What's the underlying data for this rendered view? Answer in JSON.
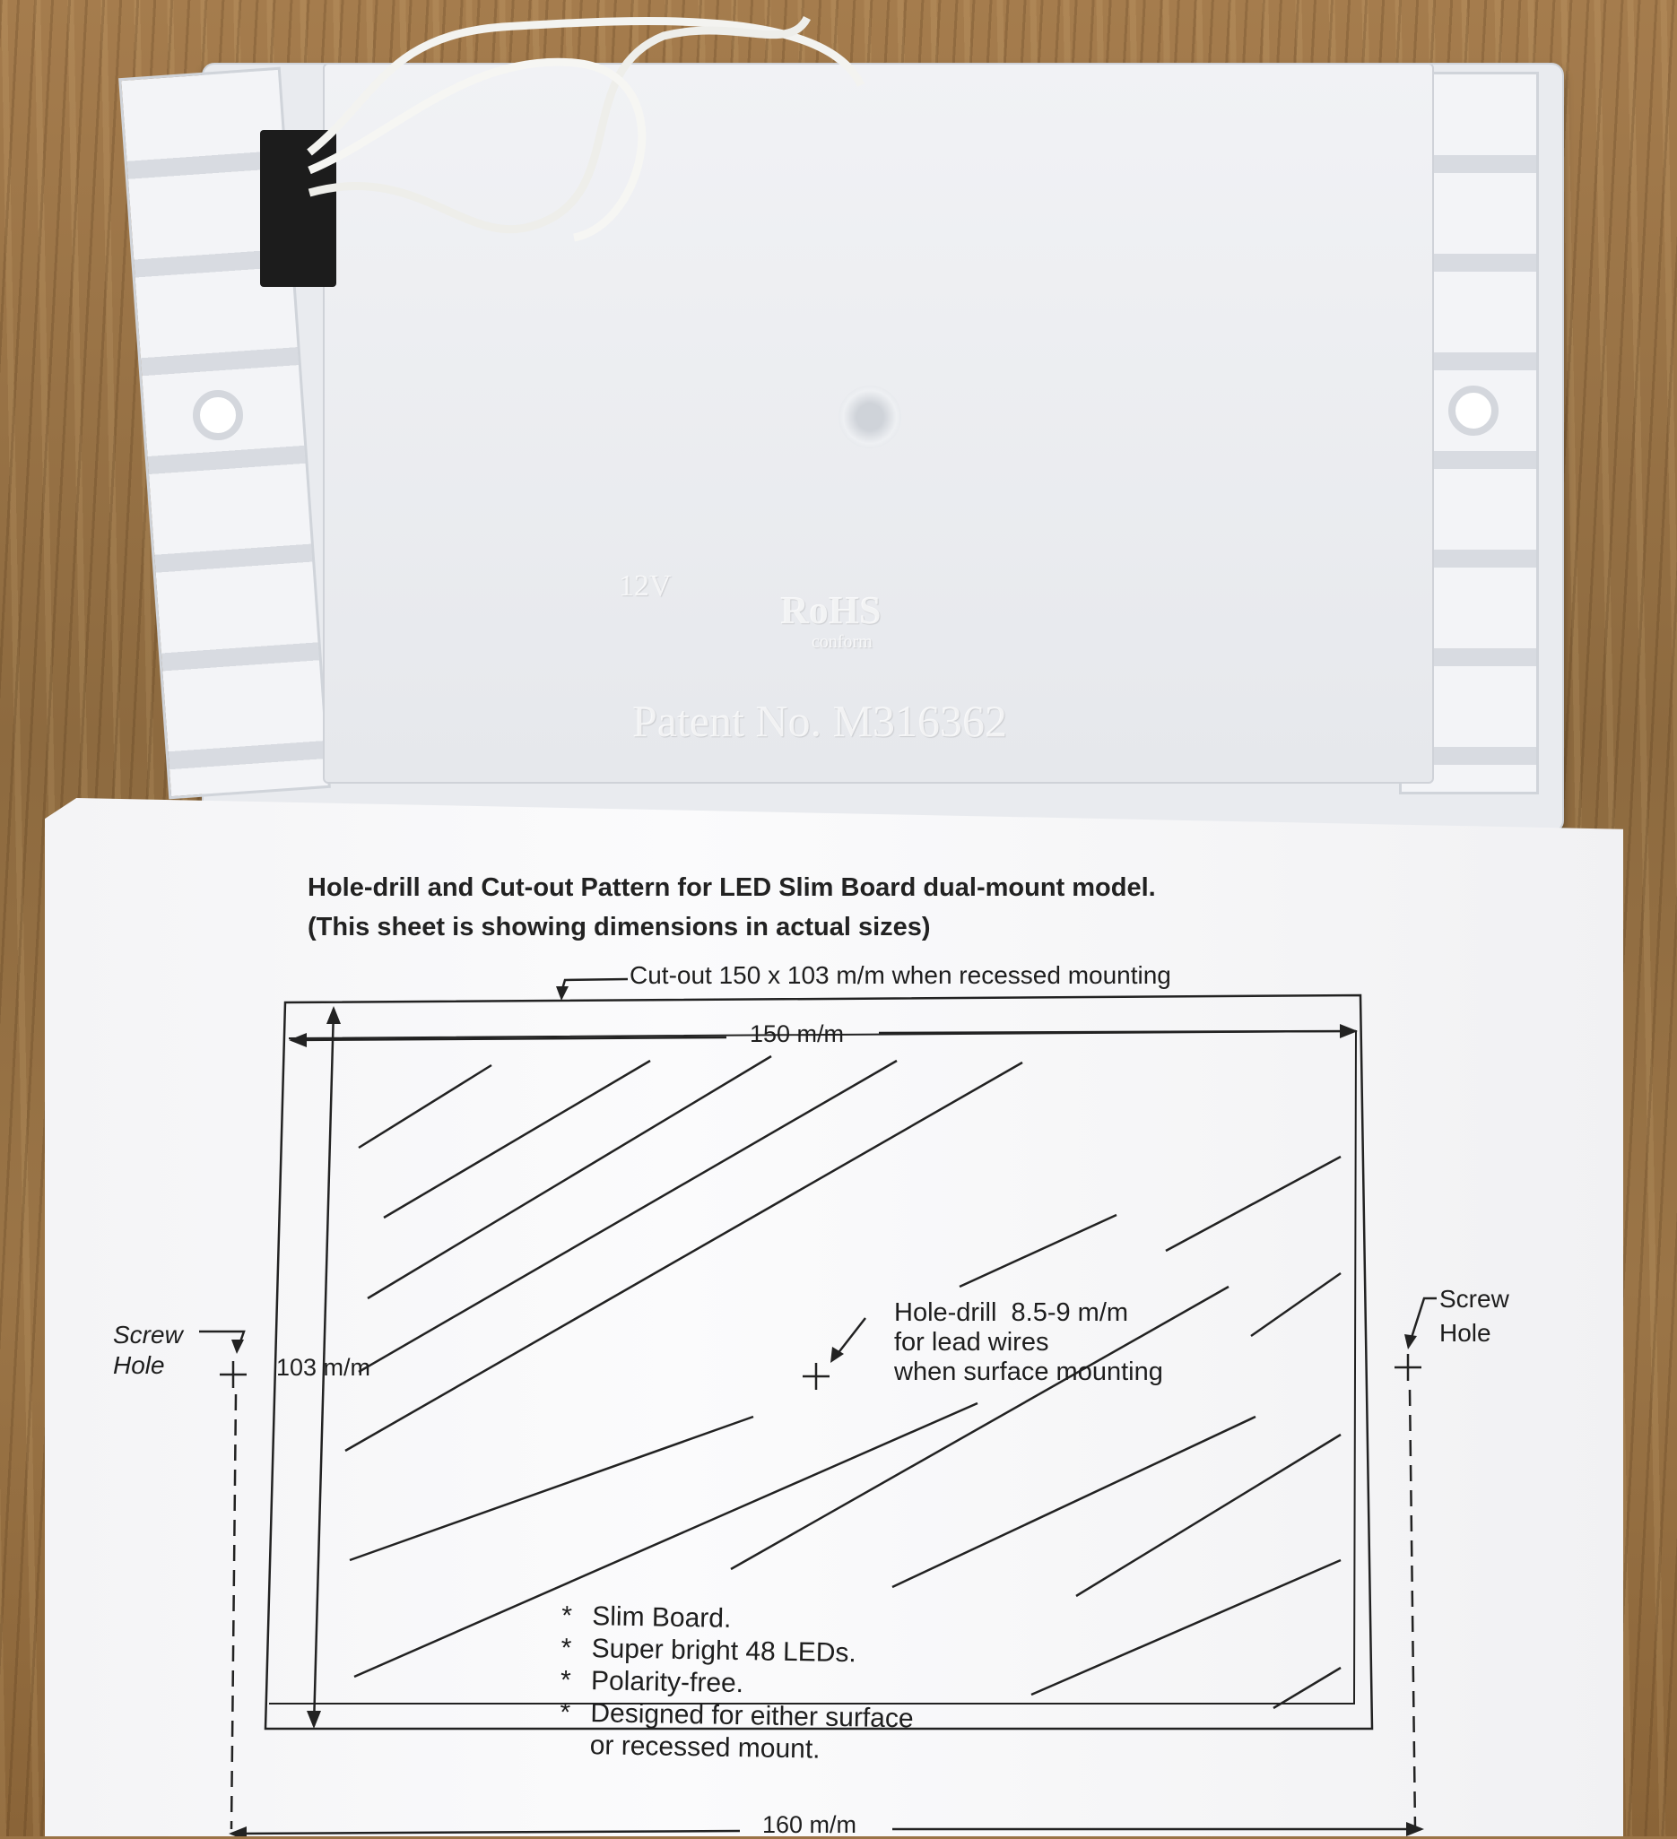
{
  "fixture": {
    "patent_text": "Patent No. M316362",
    "voltage_mark": "12V",
    "rohs_mark": "RoHS",
    "rohs_sub": "conform"
  },
  "sheet": {
    "title_line1": "Hole-drill and Cut-out Pattern for LED Slim Board dual-mount model.",
    "title_line2": "(This sheet is showing dimensions in actual sizes)",
    "cutout_label": "Cut-out 150 x 103 m/m when recessed mounting",
    "width_inner": "150  m/m",
    "height_inner": "103  m/m",
    "width_outer": "160  m/m",
    "screw_hole_left": "Screw\nHole",
    "screw_hole_right": "Screw\nHole",
    "hole_drill": "Hole-drill  8.5-9 m/m\nfor lead wires\nwhen surface mounting",
    "features": [
      "Slim Board.",
      "Super bright 48 LEDs.",
      "Polarity-free.",
      "Designed for either surface"
    ],
    "features_continuation": "or recessed mount.",
    "bullet": "*"
  }
}
